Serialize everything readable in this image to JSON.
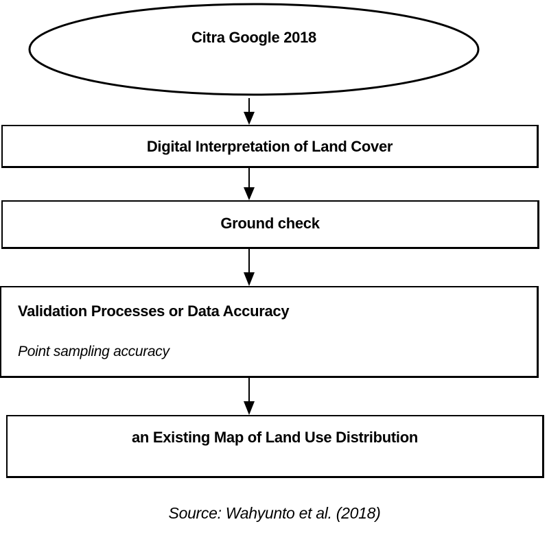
{
  "diagram": {
    "start": {
      "label": "Citra Google 2018",
      "shape": "ellipse"
    },
    "steps": [
      {
        "label": "Digital Interpretation of Land Cover"
      },
      {
        "label": "Ground check"
      },
      {
        "label": "Validation Processes or Data Accuracy",
        "sublabel": "Point sampling accuracy"
      },
      {
        "label": "an Existing Map of Land Use Distribution"
      }
    ],
    "edges": [
      {
        "from": "Citra Google 2018",
        "to": "Digital Interpretation of Land Cover"
      },
      {
        "from": "Digital Interpretation of Land Cover",
        "to": "Ground check"
      },
      {
        "from": "Ground check",
        "to": "Validation Processes or Data Accuracy"
      },
      {
        "from": "Validation Processes or Data Accuracy",
        "to": "an Existing Map of Land Use Distribution"
      }
    ],
    "caption": "Source: Wahyunto et al. (2018)",
    "line_color": "#000000",
    "fill_color": "#ffffff"
  }
}
